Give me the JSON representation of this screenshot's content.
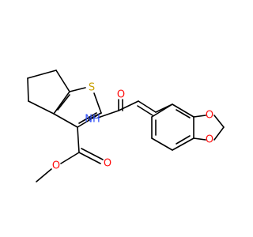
{
  "diagram": {
    "colors": {
      "bond": "#000000",
      "background": "#ffffff",
      "O": "#ff0d0d",
      "N": "#3050f8",
      "S": "#c8a000"
    },
    "atoms": [
      {
        "id": "S1",
        "element": "S",
        "label": "S"
      },
      {
        "id": "N1",
        "element": "N",
        "label": "NH"
      },
      {
        "id": "O1",
        "element": "O",
        "label": "O"
      },
      {
        "id": "O2",
        "element": "O",
        "label": "O"
      },
      {
        "id": "O3",
        "element": "O",
        "label": "O"
      },
      {
        "id": "O4",
        "element": "O",
        "label": "O"
      },
      {
        "id": "O5",
        "element": "O",
        "label": "O"
      }
    ]
  }
}
